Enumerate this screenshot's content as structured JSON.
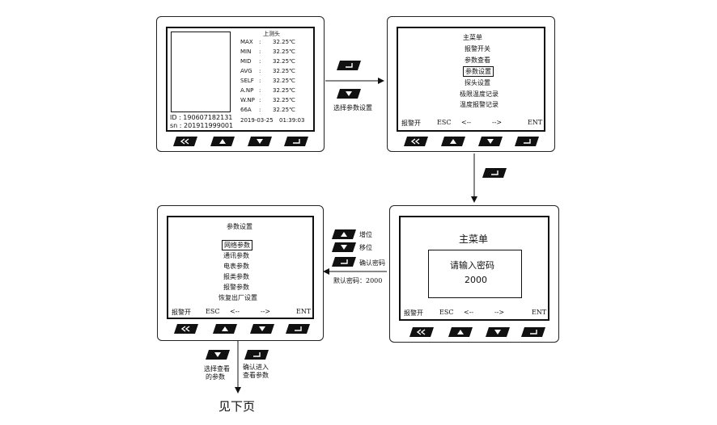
{
  "screen1": {
    "title": "上测头",
    "rows": [
      {
        "label": "MAX",
        "sep": ":",
        "value": "32.25℃"
      },
      {
        "label": "MIN",
        "sep": ":",
        "value": "32.25℃"
      },
      {
        "label": "MID",
        "sep": ":",
        "value": "32.25℃"
      },
      {
        "label": "AVG",
        "sep": ":",
        "value": "32.25℃"
      },
      {
        "label": "SELF",
        "sep": ":",
        "value": "32.25℃"
      },
      {
        "label": "A.NP",
        "sep": ":",
        "value": "32.25℃"
      },
      {
        "label": "W.NP",
        "sep": ":",
        "value": "32.25℃"
      },
      {
        "label": "66A",
        "sep": ":",
        "value": "32.25℃"
      }
    ],
    "date": "2019-03-25",
    "time": "01:39:03",
    "id_line": "ID : 190607182131",
    "sn_line": "sn : 201911999001"
  },
  "screen2": {
    "title": "主菜单",
    "items": [
      "报警开关",
      "参数查看",
      "参数设置",
      "探头设置",
      "极限温度记录",
      "温度报警记录"
    ],
    "selected_index": 2
  },
  "screen3": {
    "title": "主菜单",
    "prompt": "请输入密码",
    "password": "2000"
  },
  "screen4": {
    "title": "参数设置",
    "items": [
      "网络参数",
      "通讯参数",
      "电表参数",
      "报类参数",
      "报警参数",
      "恢复出厂设置"
    ],
    "selected_index": 0
  },
  "softkeys": {
    "alarm": "报警开",
    "esc": "ESC",
    "left": "<--",
    "right": "-->",
    "ent": "ENT"
  },
  "annotations": {
    "select_param_setting": "选择参数设置",
    "increase": "增位",
    "shift": "移位",
    "confirm_password": "确认密码",
    "default_password": "默认密码：2000",
    "select_view_param_1": "选择查看",
    "select_view_param_2": "的参数",
    "confirm_enter_1": "确认进入",
    "confirm_enter_2": "查看参数",
    "see_next_page": "见下页"
  }
}
